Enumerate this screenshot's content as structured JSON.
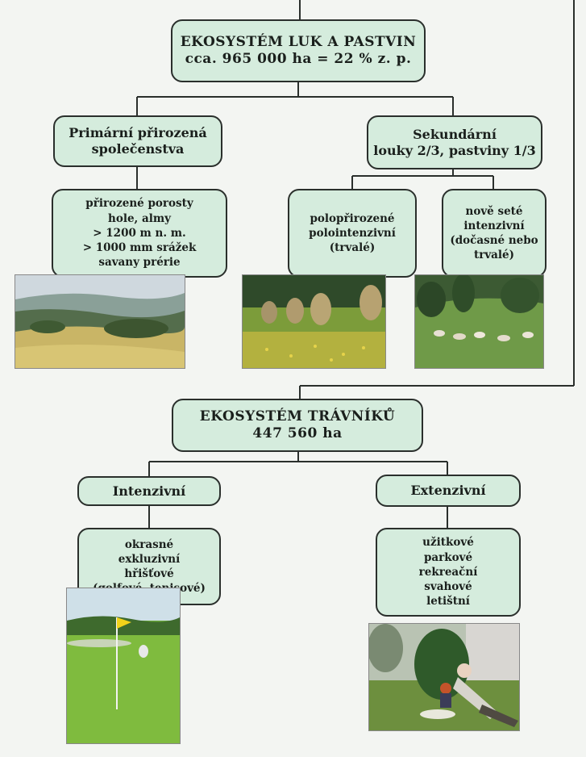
{
  "top": {
    "title": "EKOSYSTÉM LUK A PASTVIN",
    "subtitle": "cca. 965 000 ha = 22 % z. p."
  },
  "primary": {
    "lines": [
      "Primární přirozená",
      "společenstva"
    ],
    "detail": [
      "přirozené porosty",
      "hole, almy",
      "> 1200 m n. m.",
      "> 1000 mm srážek",
      "savany prérie"
    ]
  },
  "secondary": {
    "lines": [
      "Sekundární",
      "louky 2/3, pastviny 1/3"
    ],
    "semi": [
      "polopřirozené",
      "polointenzivní",
      "(trvalé)"
    ],
    "new": [
      "nově seté",
      "intenzivní",
      "(dočasné nebo",
      "trvalé)"
    ]
  },
  "lawn": {
    "title": "EKOSYSTÉM TRÁVNÍKŮ",
    "subtitle": "447 560 ha"
  },
  "intensive": {
    "label": "Intenzivní",
    "detail": [
      "okrasné",
      "exkluzivní",
      "hřišťové",
      "(golfové, tenisové)"
    ]
  },
  "extensive": {
    "label": "Extenzivní",
    "detail": [
      "užitkové",
      "parkové",
      "rekreační",
      "svahové",
      "letištní"
    ]
  },
  "colors": {
    "box_fill": "#d5ecdd",
    "border": "#2a2f2c"
  }
}
